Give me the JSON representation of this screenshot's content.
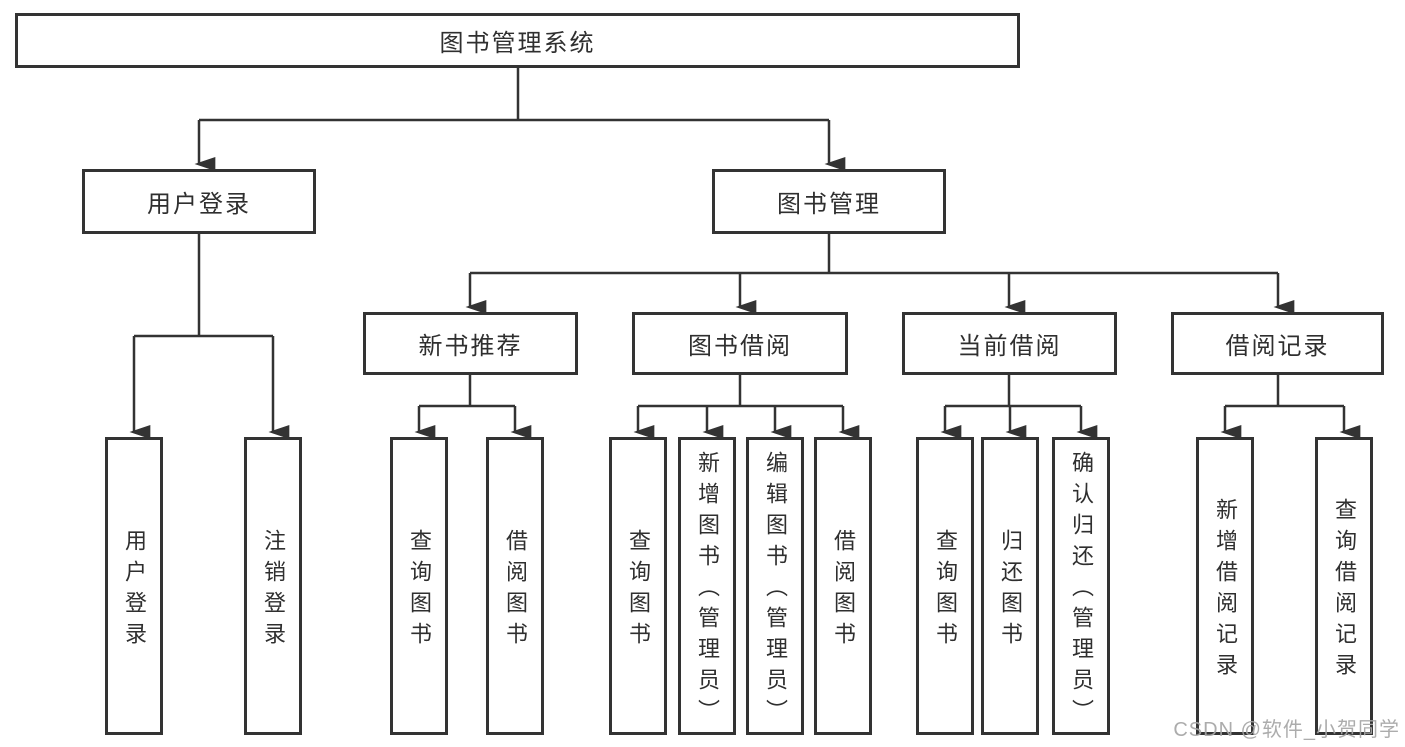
{
  "tree": {
    "root": {
      "label": "图书管理系统"
    },
    "level2": [
      {
        "id": "user-login",
        "label": "用户登录"
      },
      {
        "id": "book-management",
        "label": "图书管理"
      }
    ],
    "level3": [
      {
        "id": "new-book-recommendation",
        "label": "新书推荐",
        "parent": "图书管理"
      },
      {
        "id": "book-borrowing",
        "label": "图书借阅",
        "parent": "图书管理"
      },
      {
        "id": "current-borrowing",
        "label": "当前借阅",
        "parent": "图书管理"
      },
      {
        "id": "borrowing-records",
        "label": "借阅记录",
        "parent": "图书管理"
      }
    ],
    "leaves": [
      {
        "id": "user-login-leaf",
        "label": "用户登录",
        "parent": "用户登录"
      },
      {
        "id": "logout",
        "label": "注销登录",
        "parent": "用户登录"
      },
      {
        "id": "query-books-rec",
        "label": "查询图书",
        "parent": "新书推荐"
      },
      {
        "id": "borrow-books-rec",
        "label": "借阅图书",
        "parent": "新书推荐"
      },
      {
        "id": "query-books-borrow",
        "label": "查询图书",
        "parent": "图书借阅"
      },
      {
        "id": "add-book-admin",
        "label": "新增图书（管理员）",
        "parent": "图书借阅"
      },
      {
        "id": "edit-book-admin",
        "label": "编辑图书（管理员）",
        "parent": "图书借阅"
      },
      {
        "id": "borrow-books-borrow",
        "label": "借阅图书",
        "parent": "图书借阅"
      },
      {
        "id": "query-books-current",
        "label": "查询图书",
        "parent": "当前借阅"
      },
      {
        "id": "return-books",
        "label": "归还图书",
        "parent": "当前借阅"
      },
      {
        "id": "confirm-return-admin",
        "label": "确认归还（管理员）",
        "parent": "当前借阅"
      },
      {
        "id": "add-borrow-record",
        "label": "新增借阅记录",
        "parent": "借阅记录"
      },
      {
        "id": "query-borrow-record",
        "label": "查询借阅记录",
        "parent": "借阅记录"
      }
    ]
  },
  "watermark": {
    "text": "CSDN @软件_小贺同学"
  },
  "colors": {
    "line": "#333333",
    "text": "#2f2f2f",
    "background": "#ffffff",
    "watermark": "#a5a5a5"
  }
}
